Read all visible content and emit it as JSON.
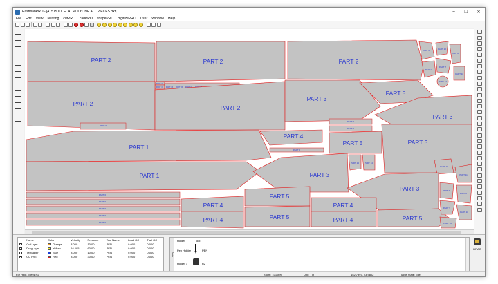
{
  "window": {
    "title": "EastmanPRO - [415 HULL FLAT POLYLINE ALL PIECES.dxf]",
    "minimize": "–",
    "maximize": "❐",
    "close": "✕"
  },
  "menu": [
    "File",
    "Edit",
    "View",
    "Nesting",
    "cutPRO",
    "cadPRO",
    "shapePRO",
    "digitizePRO",
    "User",
    "Window",
    "Help"
  ],
  "canvas": {
    "part_label_1": "PART 1",
    "part_label_2": "PART 2",
    "part_label_3": "PART 3",
    "part_label_4": "PART 4",
    "part_label_5": "PART 5",
    "small_label_6": "PART 6",
    "small_label_7": "PART 7",
    "small_label_8": "PART 8",
    "small_label_9": "PART 9",
    "small_label_10": "PART 10",
    "small_label_11": "PART 11",
    "small_label_12": "PART 12",
    "small_label_13": "PART 13",
    "small_label_14": "PART 14",
    "small_label_15": "PART 15",
    "small_label_16": "PART 16"
  },
  "layers": {
    "headers": [
      "Name",
      "Color",
      "Velocity",
      "Pressure",
      "Tool Name",
      "Lead OC",
      "Trail OC"
    ],
    "rows": [
      {
        "name": "CutLayer",
        "color_name": "Orange",
        "color_hex": "#f39a1c",
        "velocity": "8.000",
        "pressure": "10.00",
        "tool": "PEN",
        "lead": "0.000",
        "trail": "0.000"
      },
      {
        "name": "DragLayer",
        "color_name": "Yellow",
        "color_hex": "#f5ea2a",
        "velocity": "16.685",
        "pressure": "60.00",
        "tool": "PEN",
        "lead": "0.000",
        "trail": "0.000"
      },
      {
        "name": "TextLayer",
        "color_name": "Blue",
        "color_hex": "#1c3fd6",
        "velocity": "8.000",
        "pressure": "10.00",
        "tool": "PEN",
        "lead": "0.000",
        "trail": "0.000"
      },
      {
        "name": "CUTWE",
        "color_name": "Red",
        "color_hex": "#e01b1b",
        "velocity": "8.000",
        "pressure": "30.00",
        "tool": "PEN",
        "lead": "0.000",
        "trail": "0.000"
      }
    ]
  },
  "tools_panel": {
    "side_label": "Tools",
    "holder_header": "Holder",
    "tool_header": "Tool",
    "pen_holder": "Pen Holder",
    "pen": "PEN",
    "holder1": "Holder 1",
    "holder1_value": "R2",
    "drag_label": "DRAG"
  },
  "status": {
    "help": "For Help, press F1",
    "zoom": "Zoom: 101.8%",
    "unit": "Unit:",
    "unit_value": "in",
    "coords": "152.7997, 43.9802",
    "table_state": "Table State: Idle"
  }
}
